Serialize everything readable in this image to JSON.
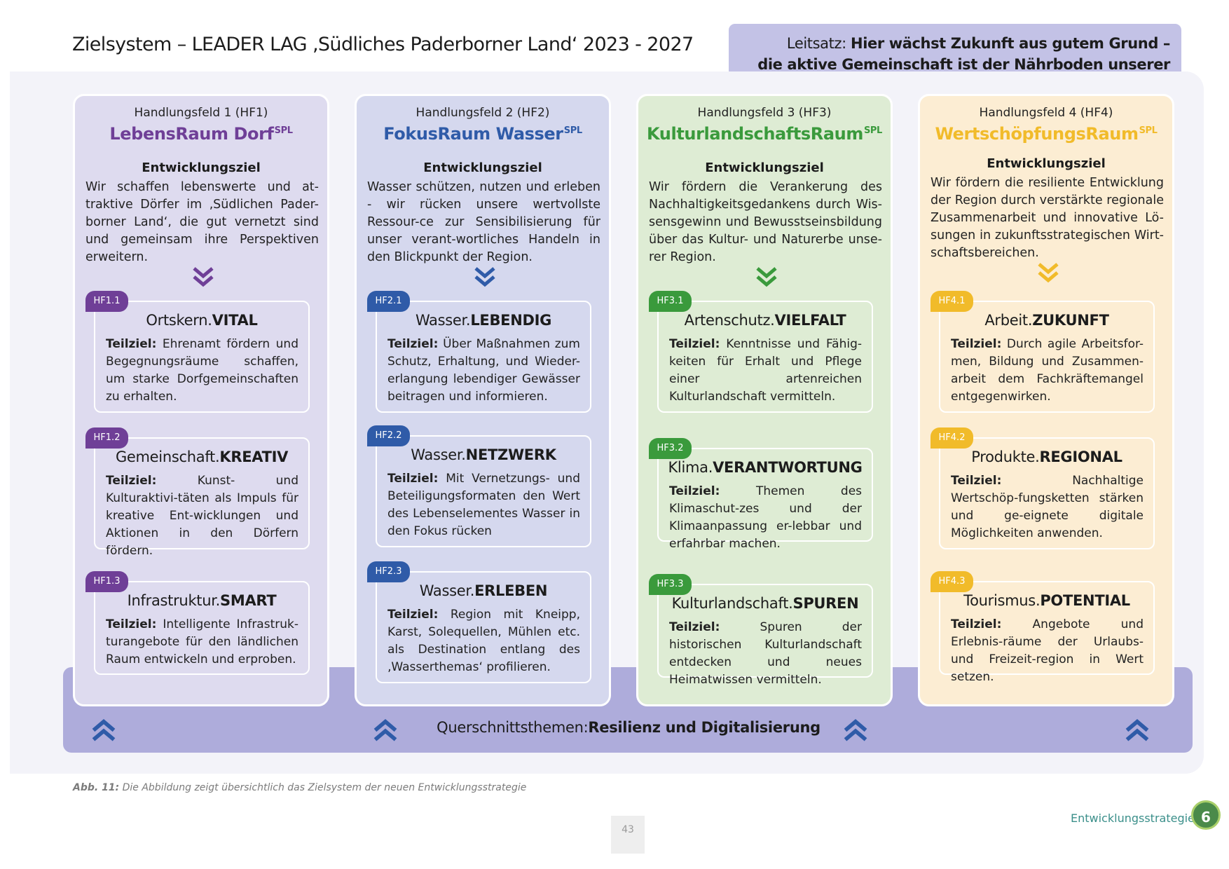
{
  "header": {
    "title": "Zielsystem – LEADER LAG ‚Südliches Paderborner Land‘ 2023 - 2027",
    "motto_prefix": "Leitsatz: ",
    "motto_line1": "Hier wächst Zukunft aus gutem Grund –",
    "motto_line2": "die aktive Gemeinschaft ist der Nährboden unserer Region"
  },
  "goal_heading": "Entwicklungsziel",
  "subgoal_prefix": "Teilziel:",
  "fields": [
    {
      "head": "Handlungsfeld 1 (HF1)",
      "name": "LebensRaum Dorf",
      "sup": "SPL",
      "goal": "Wir schaffen lebenswerte und at-traktive Dörfer im ‚Südlichen Pader-borner Land‘, die gut vernetzt sind und gemeinsam ihre Perspektiven erweitern.",
      "subgoals": [
        {
          "badge": "HF1.1",
          "title_a": "Ortskern.",
          "title_b": "VITAL",
          "text": "Ehrenamt fördern und Begegnungsräume schaffen, um starke Dorfgemeinschaften zu erhalten."
        },
        {
          "badge": "HF1.2",
          "title_a": "Gemeinschaft.",
          "title_b": "KREATIV",
          "text": "Kunst- und Kulturaktivi-täten als Impuls für kreative Ent-wicklungen und Aktionen in den Dörfern fördern."
        },
        {
          "badge": "HF1.3",
          "title_a": "Infrastruktur.",
          "title_b": "SMART",
          "text": "Intelligente Infrastruk-turangebote für den ländlichen Raum entwickeln und erproben."
        }
      ]
    },
    {
      "head": "Handlungsfeld 2 (HF2)",
      "name": "FokusRaum Wasser",
      "sup": "SPL",
      "goal": "Wasser schützen, nutzen und erleben - wir rücken unsere wertvollste Ressour-ce zur Sensibilisierung für unser verant-wortliches Handeln in den Blickpunkt der Region.",
      "subgoals": [
        {
          "badge": "HF2.1",
          "title_a": "Wasser.",
          "title_b": "LEBENDIG",
          "text": "Über Maßnahmen zum Schutz, Erhaltung, und Wieder-erlangung lebendiger Gewässer beitragen und informieren."
        },
        {
          "badge": "HF2.2",
          "title_a": "Wasser.",
          "title_b": "NETZWERK",
          "text": "Mit Vernetzungs- und Beteiligungsformaten den Wert des Lebenselementes Wasser in den Fokus rücken"
        },
        {
          "badge": "HF2.3",
          "title_a": "Wasser.",
          "title_b": "ERLEBEN",
          "text": "Region mit Kneipp, Karst, Solequellen, Mühlen etc. als Destination entlang des ‚Wasserthemas‘ profilieren."
        }
      ]
    },
    {
      "head": "Handlungsfeld 3 (HF3)",
      "name": "KulturlandschaftsRaum",
      "sup": "SPL",
      "goal": "Wir fördern die Verankerung des Nachhaltigkeitsgedankens durch Wis-sensgewinn und Bewusstseinsbildung über das Kultur- und Naturerbe unse-rer Region.",
      "subgoals": [
        {
          "badge": "HF3.1",
          "title_a": "Artenschutz.",
          "title_b": "VIELFALT",
          "text": "Kenntnisse und Fähig-keiten für Erhalt und Pflege einer artenreichen Kulturlandschaft vermitteln."
        },
        {
          "badge": "HF3.2",
          "title_a": "Klima.",
          "title_b": "VERANTWORTUNG",
          "text": "Themen des Klimaschut-zes und der Klimaanpassung er-lebbar und erfahrbar machen."
        },
        {
          "badge": "HF3.3",
          "title_a": "Kulturlandschaft.",
          "title_b": "SPUREN",
          "text": "Spuren der historischen Kulturlandschaft entdecken und neues Heimatwissen vermitteln."
        }
      ]
    },
    {
      "head": "Handlungsfeld 4 (HF4)",
      "name": "WertschöpfungsRaum",
      "sup": "SPL",
      "goal": "Wir fördern die resiliente Entwicklung der Region durch verstärkte regionale Zusammenarbeit und innovative Lö-sungen in zukunftsstrategischen Wirt-schaftsbereichen.",
      "subgoals": [
        {
          "badge": "HF4.1",
          "title_a": "Arbeit.",
          "title_b": "ZUKUNFT",
          "text": "Durch agile Arbeitsfor-men, Bildung und Zusammen-arbeit dem Fachkräftemangel entgegenwirken."
        },
        {
          "badge": "HF4.2",
          "title_a": "Produkte.",
          "title_b": "REGIONAL",
          "text": "Nachhaltige Wertschöp-fungsketten stärken und ge-eignete digitale Möglichkeiten anwenden."
        },
        {
          "badge": "HF4.3",
          "title_a": "Tourismus.",
          "title_b": "POTENTIAL",
          "text": "Angebote und Erlebnis-räume der Urlaubs- und Freizeit-region in Wert setzen."
        }
      ]
    }
  ],
  "crosscutting": {
    "prefix": "Querschnittsthemen: ",
    "topics": "Resilienz und Digitalisierung"
  },
  "caption": {
    "label": "Abb. 11:",
    "text": " Die Abbildung zeigt übersichtlich das Zielsystem der neuen Entwicklungsstrategie"
  },
  "page_number": "43",
  "footer": {
    "section": "Entwicklungsstrategie",
    "chapter": "6"
  },
  "colors": {
    "hf1": "#6f3f97",
    "hf2": "#2f5ba8",
    "hf3": "#3a9a3c",
    "hf4": "#f1bb2a",
    "hf1_bg": "#dedbef",
    "hf2_bg": "#d5d8ee",
    "hf3_bg": "#deecd4",
    "hf4_bg": "#fcedd3",
    "band": "#aeacdb",
    "chevron_band": "#2f5ba8"
  },
  "icons": {
    "down": "double-chevron-down-icon",
    "up": "double-chevron-up-icon"
  }
}
